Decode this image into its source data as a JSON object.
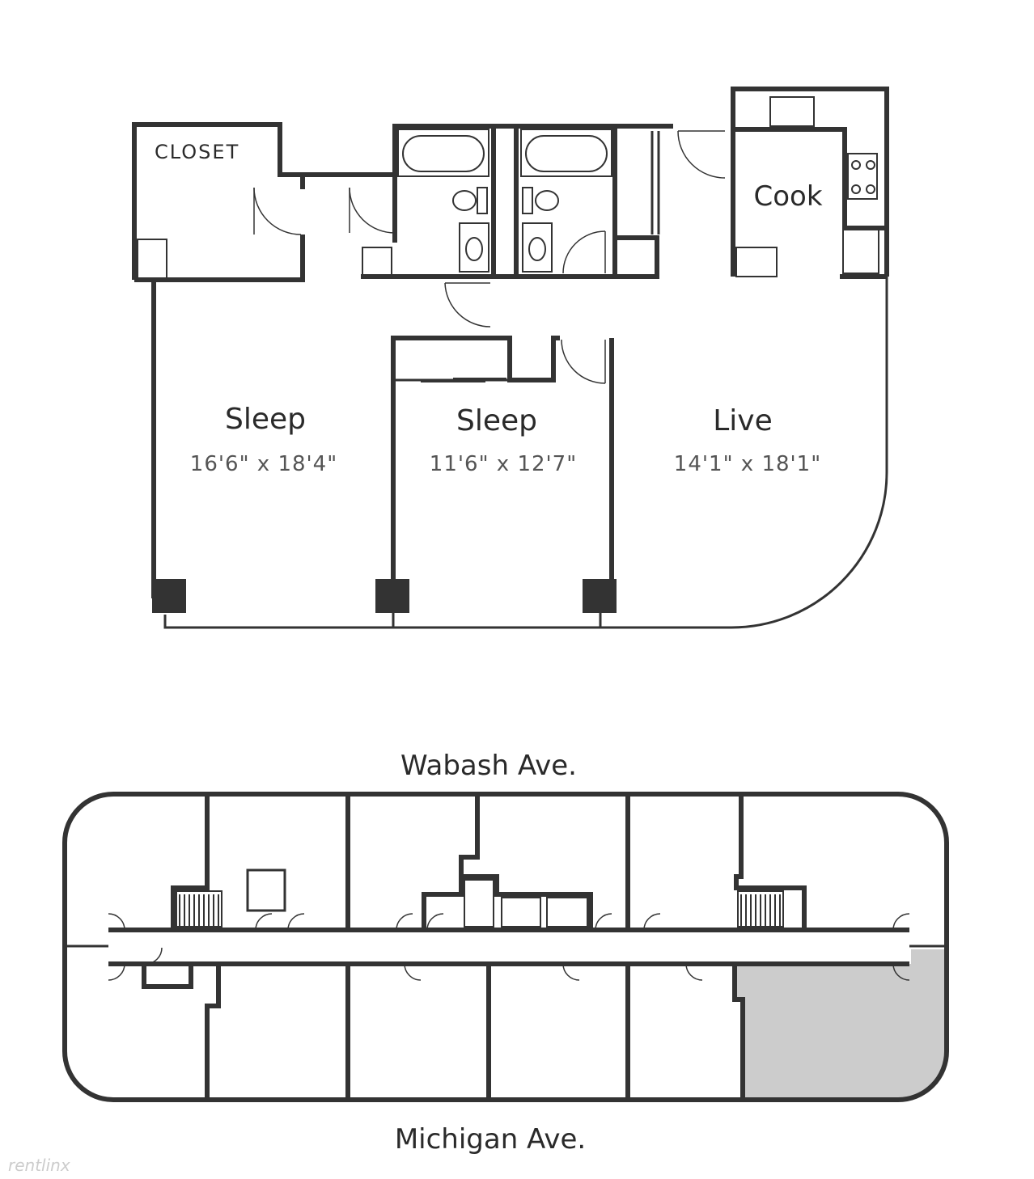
{
  "rooms": {
    "closet": {
      "label": "CLOSET"
    },
    "bedroom_1": {
      "label": "Sleep",
      "dimensions": "16'6\" x 18'4\""
    },
    "bedroom_2": {
      "label": "Sleep",
      "dimensions": "11'6\" x 12'7\""
    },
    "living": {
      "label": "Live",
      "dimensions": "14'1\" x 18'1\""
    },
    "kitchen": {
      "label": "Cook"
    }
  },
  "key_plan": {
    "top_street": "Wabash Ave.",
    "bottom_street": "Michigan Ave.",
    "highlight_color": "#cccccc"
  },
  "watermark": "rentlinx"
}
